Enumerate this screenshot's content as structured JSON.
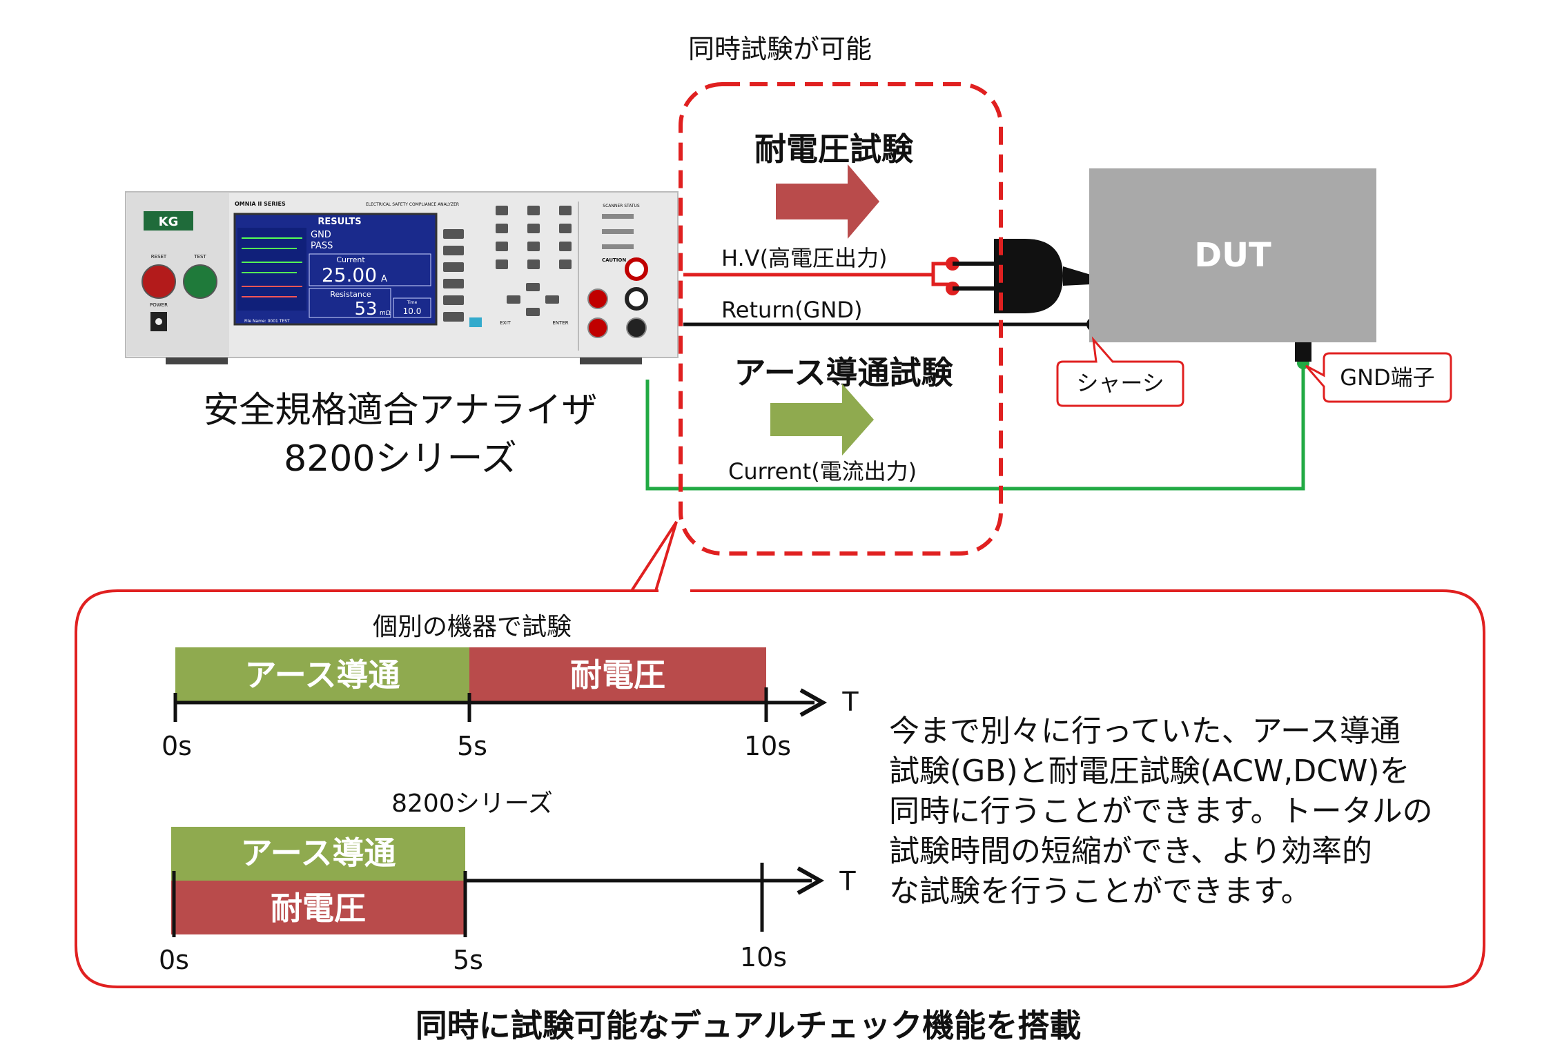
{
  "diagram": {
    "top_label": "同時試験が可能",
    "withstand_title": "耐電圧試験",
    "ground_title": "アース導通試験",
    "line_hv": "H.V(高電圧出力)",
    "line_return": "Return(GND)",
    "line_current": "Current(電流出力)",
    "dut_label": "DUT",
    "chassis_label": "シャーシ",
    "gnd_terminal_label": "GND端子",
    "device_caption_line1": "安全規格適合アナライザ",
    "device_caption_line2": "8200シリーズ"
  },
  "device": {
    "logo": "KG",
    "series": "OMNIA II SERIES",
    "model_text": "ELECTRICAL SAFETY COMPLIANCE ANALYZER",
    "screen_title": "RESULTS",
    "screen_mode": "GND",
    "screen_status": "PASS",
    "current_label": "Current",
    "current_value": "25.00",
    "current_unit": "A",
    "resistance_label": "Resistance",
    "resistance_value": "53",
    "resistance_unit": "mΩ",
    "time_label": "Time",
    "time_value": "10.0",
    "file_name": "File Name: 0001 TEST",
    "reset_label": "RESET",
    "test_label": "TEST",
    "power_label": "POWER",
    "exit_label": "EXIT",
    "enter_label": "ENTER",
    "scanner_label": "SCANNER STATUS",
    "caution_label": "CAUTION"
  },
  "timeline": {
    "individual_title": "個別の機器で試験",
    "series_title": "8200シリーズ",
    "ground_bar": "アース導通",
    "withstand_bar": "耐電圧",
    "axis_label": "T",
    "ticks": [
      "0s",
      "5s",
      "10s"
    ],
    "individual_segments": [
      {
        "label": "アース導通",
        "start": 0,
        "end": 5,
        "color": "#8faa4f"
      },
      {
        "label": "耐電圧",
        "start": 5,
        "end": 10,
        "color": "#b94b4b"
      }
    ],
    "series_segments": [
      {
        "label": "アース導通",
        "start": 0,
        "end": 5,
        "color": "#8faa4f"
      },
      {
        "label": "耐電圧",
        "start": 0,
        "end": 5,
        "color": "#b94b4b"
      }
    ]
  },
  "description": [
    "今まで別々に行っていた、アース導通",
    "試験(GB)と耐電圧試験(ACW,DCW)を",
    "同時に行うことができます。トータルの",
    "試験時間の短縮ができ、より効率的",
    "な試験を行うことができます。"
  ],
  "footer": "同時に試験可能なデュアルチェック機能を搭載",
  "colors": {
    "red_line": "#e02020",
    "green_line": "#22aa44",
    "green_arrow": "#8faa4f",
    "red_arrow": "#b94b4b",
    "dut_fill": "#a9a9a9",
    "callout_border": "#e02020"
  }
}
